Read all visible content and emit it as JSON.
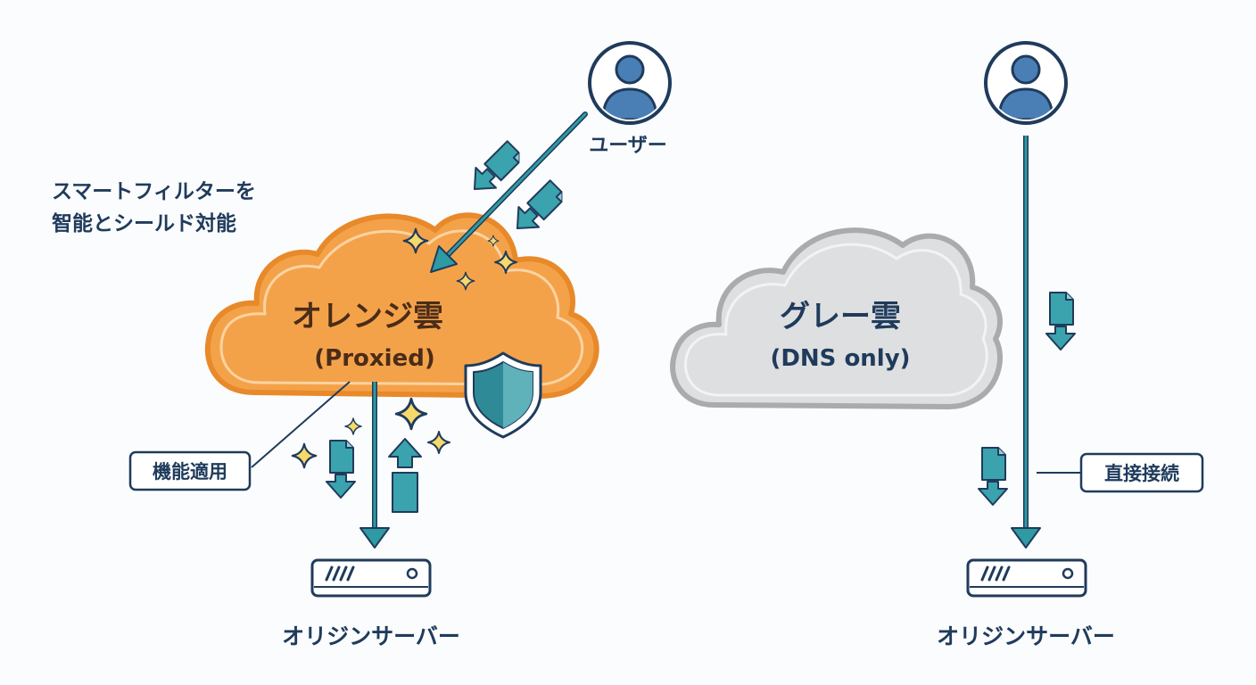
{
  "user_label": "ユーザー",
  "smart_filter_note": {
    "line1": "スマートフィルターを",
    "line2": "智能とシールド対能"
  },
  "orange_cloud": {
    "name": "オレンジ雲",
    "mode": "(Proxied)",
    "color": "#f4a24a",
    "border_color": "#e8892a"
  },
  "gray_cloud": {
    "name": "グレー雲",
    "mode": "(DNS only)",
    "color": "#dedfe0",
    "border_color": "#a9abad"
  },
  "callout_function": "機能適用",
  "callout_direct": "直接接続",
  "origin_server_left": "オリジンサーバー",
  "origin_server_right": "オリジンサーバー",
  "colors": {
    "navy": "#1f3b5c",
    "teal": "#2e9aa4",
    "avatar": "#4a7fb5",
    "sparkle": "#f6d86b",
    "shield": "#2e8a97"
  },
  "icons": [
    "user-icon",
    "document-icon",
    "sparkle-icon",
    "shield-icon",
    "server-icon"
  ]
}
